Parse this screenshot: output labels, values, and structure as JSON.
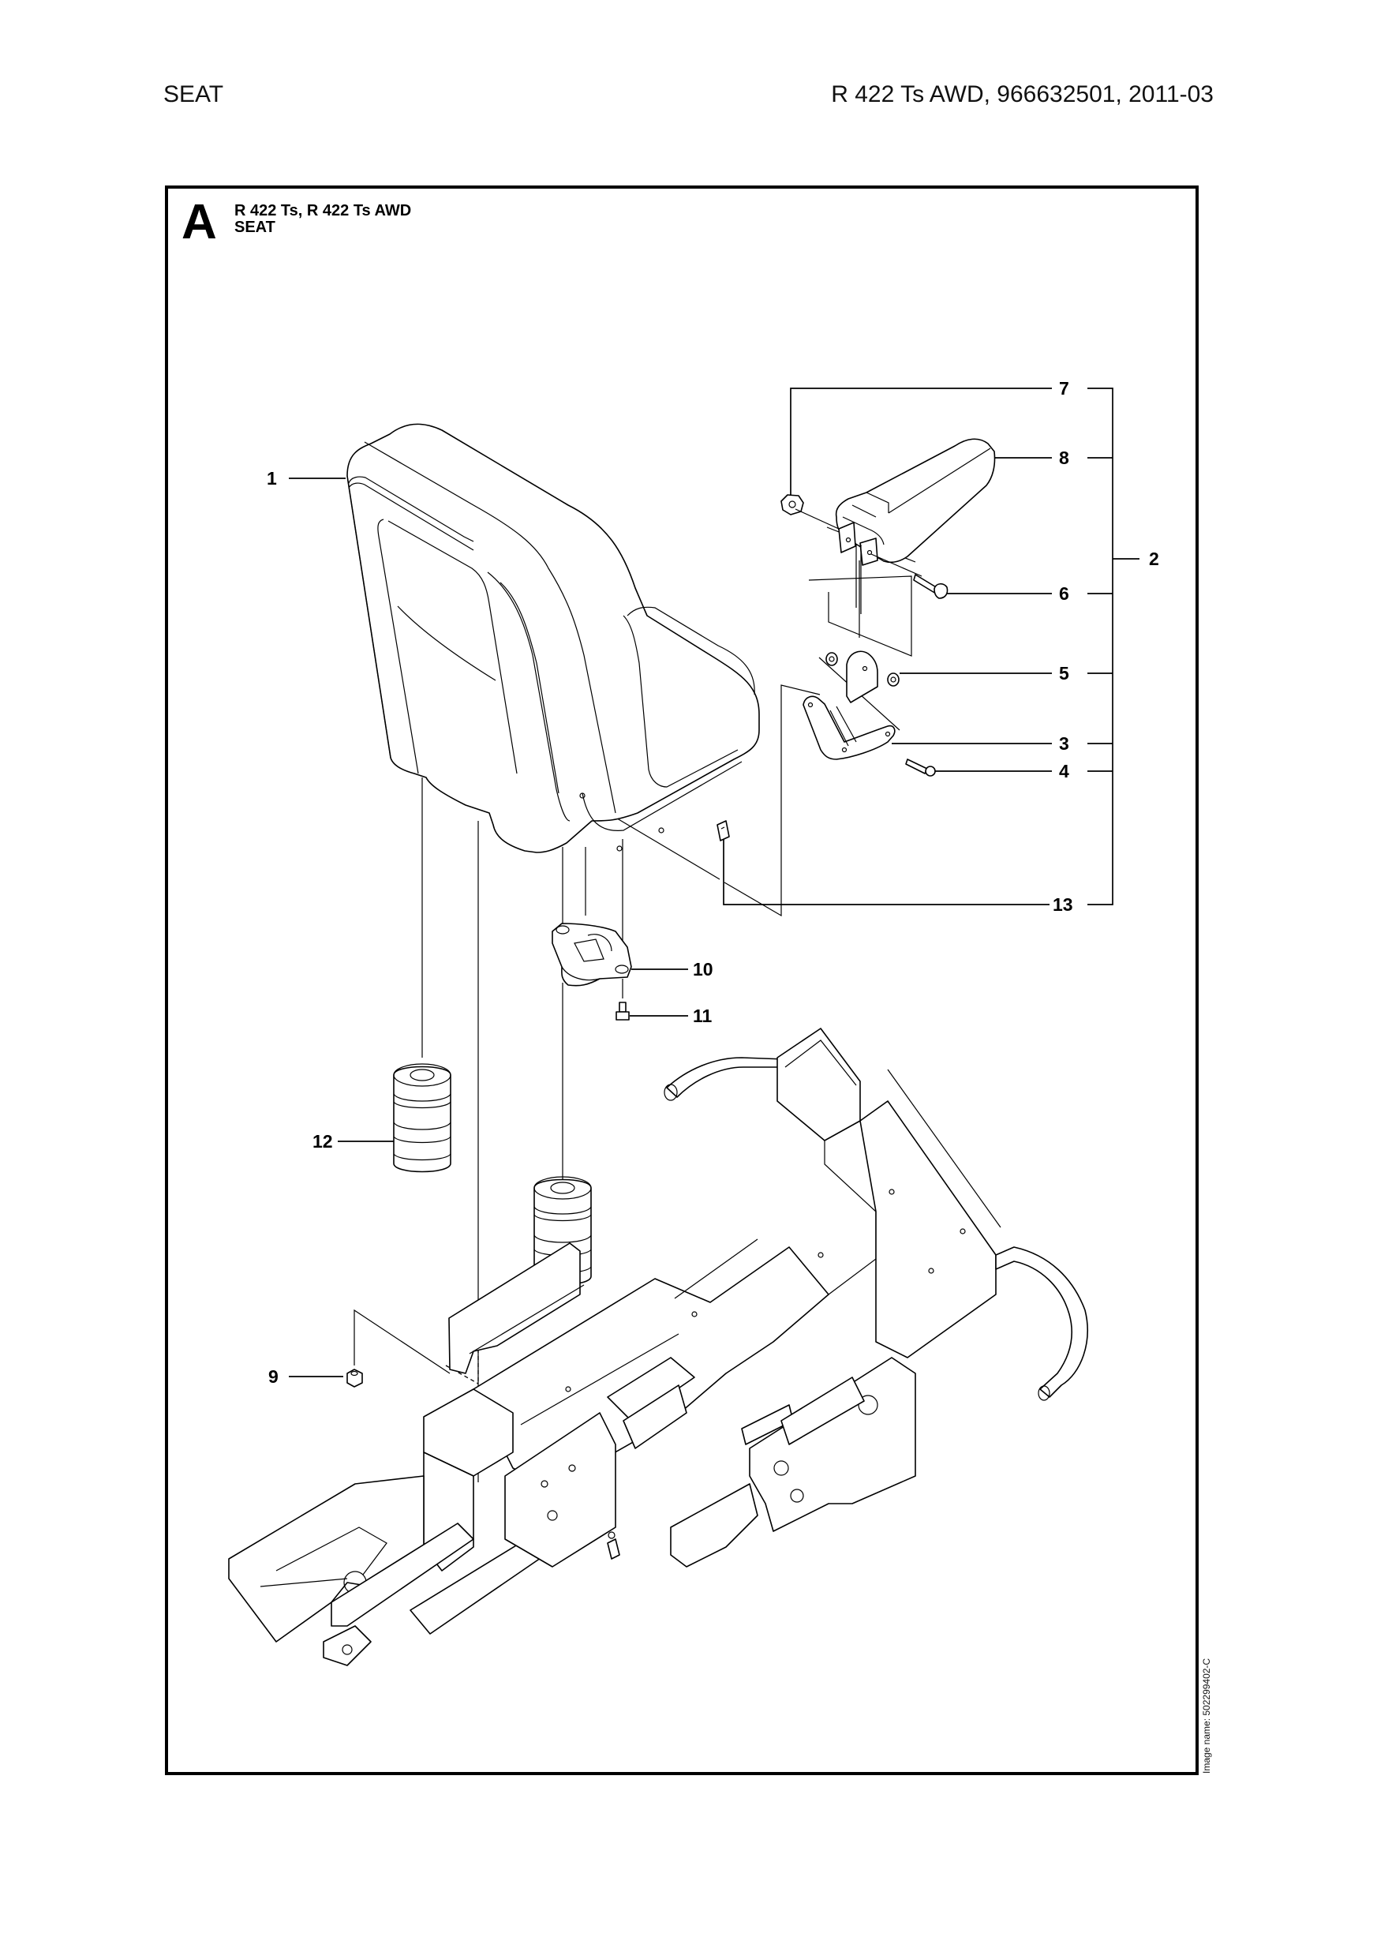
{
  "header": {
    "section": "SEAT",
    "model_info": "R 422 Ts AWD, 966632501, 2011-03"
  },
  "diagram": {
    "section_letter": "A",
    "models": "R 422 Ts, R 422 Ts AWD",
    "title": "SEAT",
    "image_name": "Image name: 502299402-C",
    "callouts": [
      {
        "number": "1",
        "part": "seat"
      },
      {
        "number": "2",
        "part": "armrest-kit"
      },
      {
        "number": "3",
        "part": "armrest-bracket"
      },
      {
        "number": "4",
        "part": "screw"
      },
      {
        "number": "5",
        "part": "washer"
      },
      {
        "number": "6",
        "part": "bolt"
      },
      {
        "number": "7",
        "part": "lock-nut"
      },
      {
        "number": "8",
        "part": "armrest"
      },
      {
        "number": "9",
        "part": "nut"
      },
      {
        "number": "10",
        "part": "seat-switch-plate"
      },
      {
        "number": "11",
        "part": "screw"
      },
      {
        "number": "12",
        "part": "rubber-spring"
      },
      {
        "number": "13",
        "part": "clip-nut"
      }
    ]
  }
}
